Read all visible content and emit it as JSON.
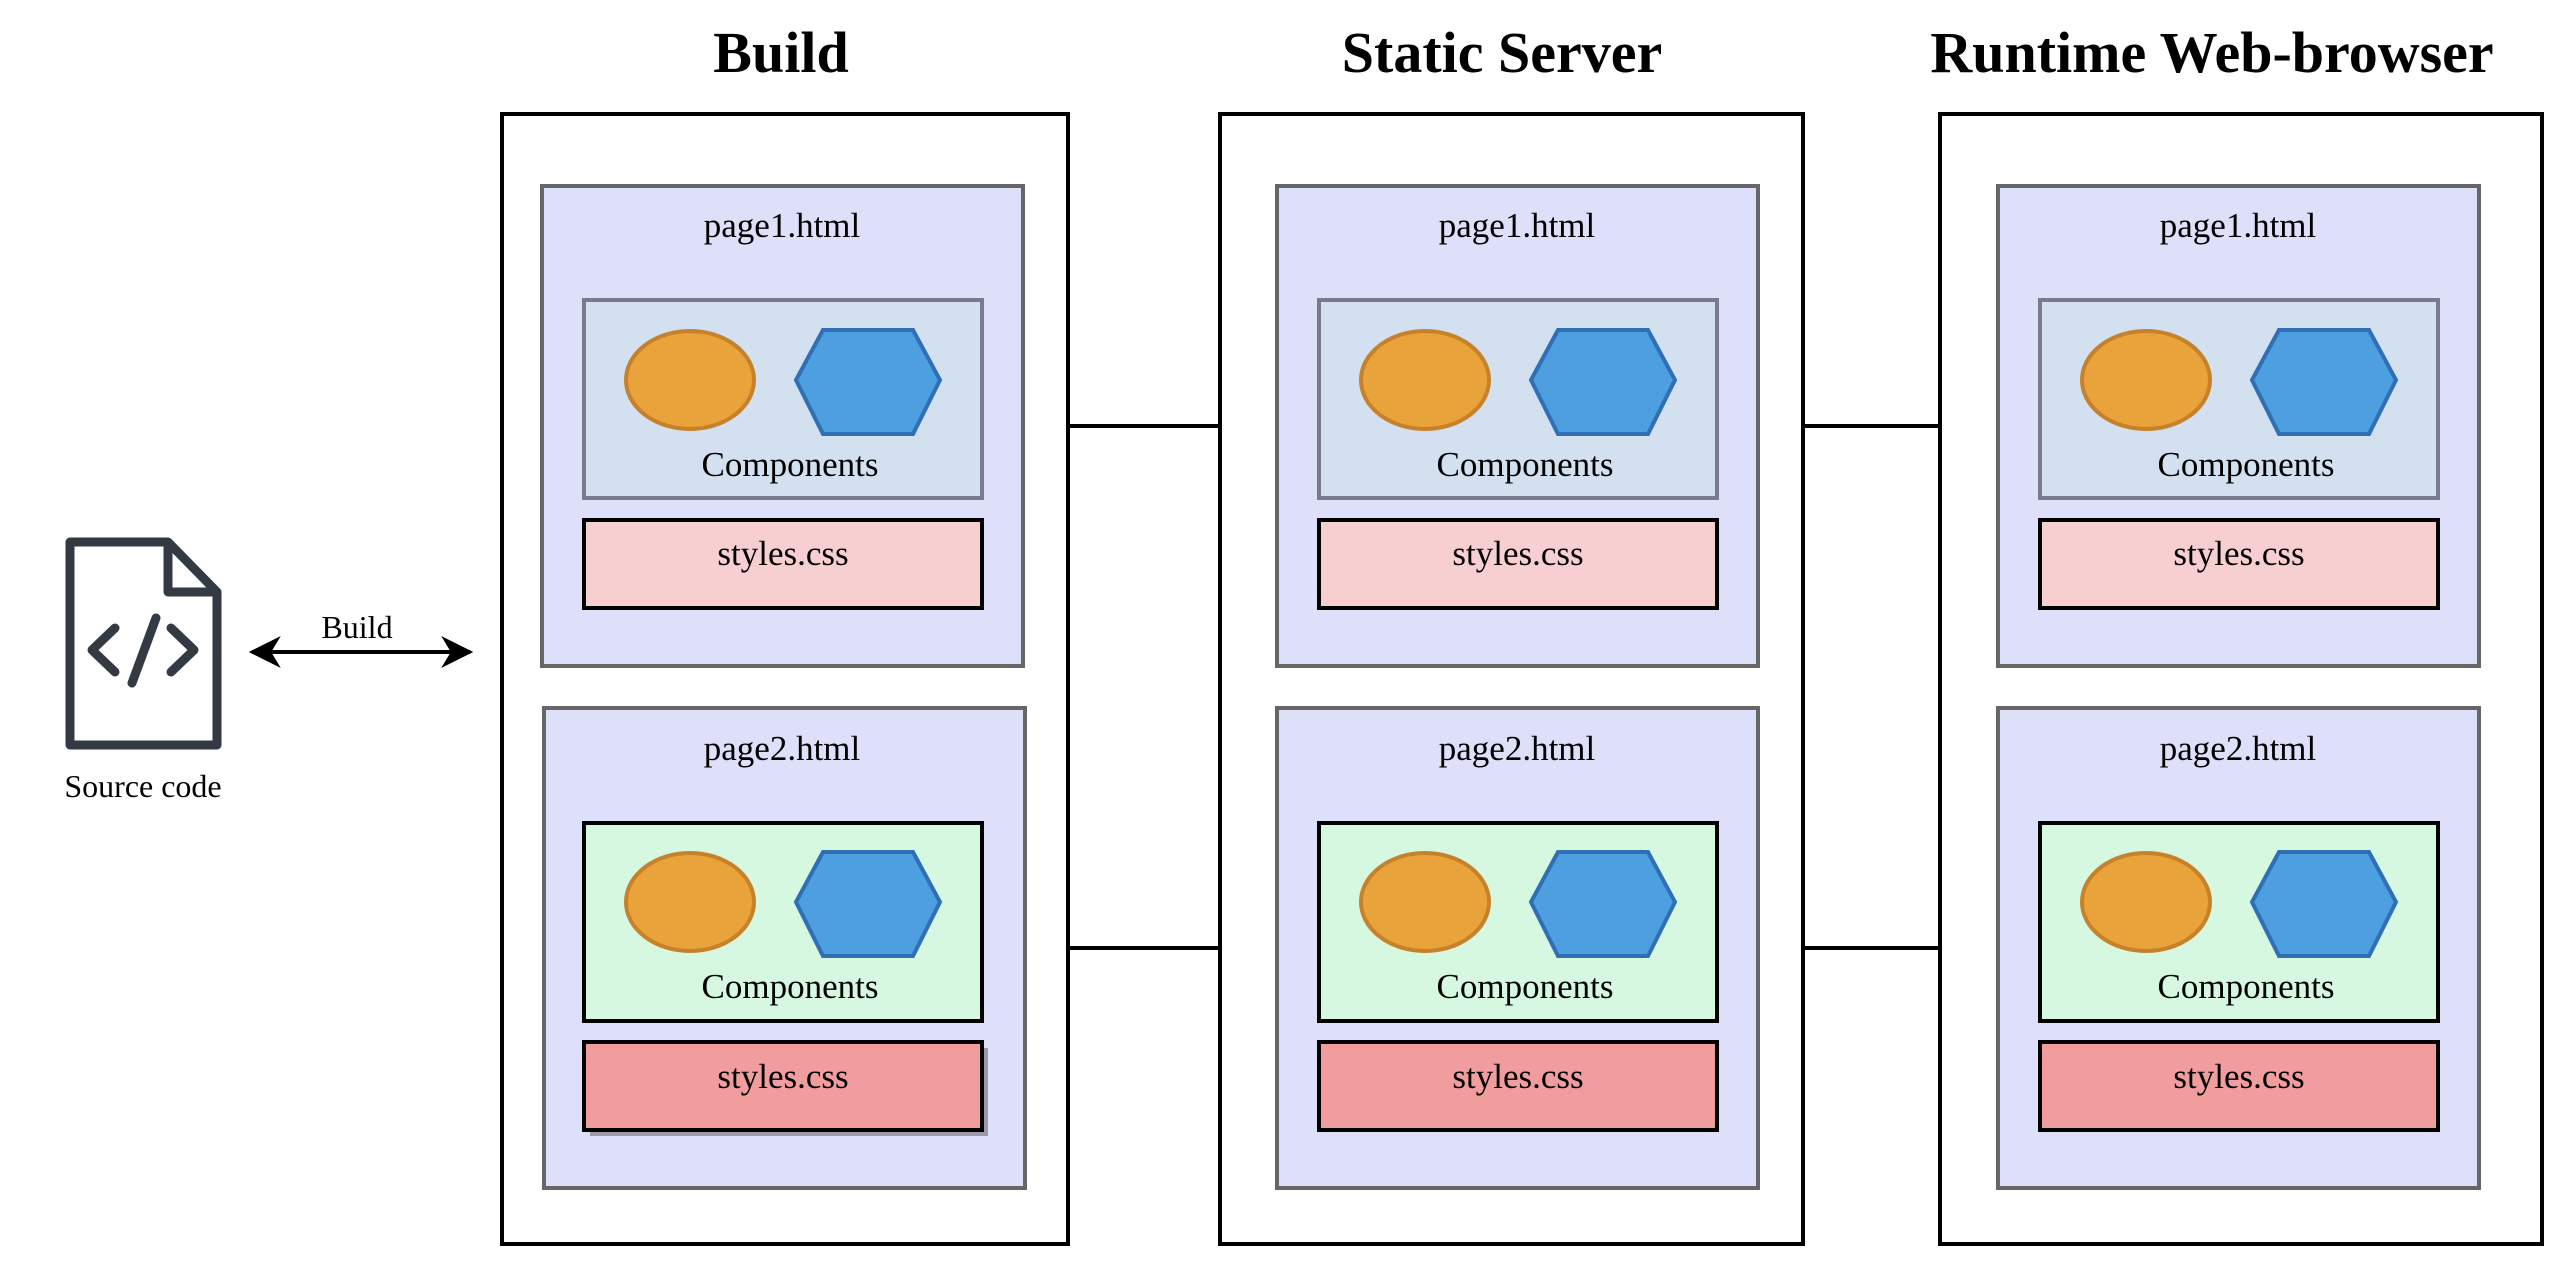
{
  "source": {
    "label": "Source code",
    "icon": "source-code-file-icon"
  },
  "build_arrow_label": "Build",
  "columns": [
    {
      "id": "build",
      "title": "Build",
      "pages": [
        {
          "name": "page1.html",
          "components_label": "Components",
          "styles_label": "styles.css",
          "variant": "blue"
        },
        {
          "name": "page2.html",
          "components_label": "Components",
          "styles_label": "styles.css",
          "variant": "green"
        }
      ]
    },
    {
      "id": "static-server",
      "title": "Static Server",
      "pages": [
        {
          "name": "page1.html",
          "components_label": "Components",
          "styles_label": "styles.css",
          "variant": "blue"
        },
        {
          "name": "page2.html",
          "components_label": "Components",
          "styles_label": "styles.css",
          "variant": "green"
        }
      ]
    },
    {
      "id": "runtime-web-browser",
      "title": "Runtime Web-browser",
      "pages": [
        {
          "name": "page1.html",
          "components_label": "Components",
          "styles_label": "styles.css",
          "variant": "blue"
        },
        {
          "name": "page2.html",
          "components_label": "Components",
          "styles_label": "styles.css",
          "variant": "green"
        }
      ]
    }
  ],
  "colors": {
    "page_fill": "#dedff8",
    "page_stroke": "#666666",
    "components_blue_fill": "#d2e0f0",
    "components_green_fill": "#d6f8e1",
    "css_light_fill": "#f8cfd1",
    "css_dark_fill": "#f29d9d",
    "ellipse_fill": "#e8a33a",
    "ellipse_stroke": "#c7812a",
    "hexagon_fill": "#4d9fe0",
    "hexagon_stroke": "#2f6fb3"
  }
}
